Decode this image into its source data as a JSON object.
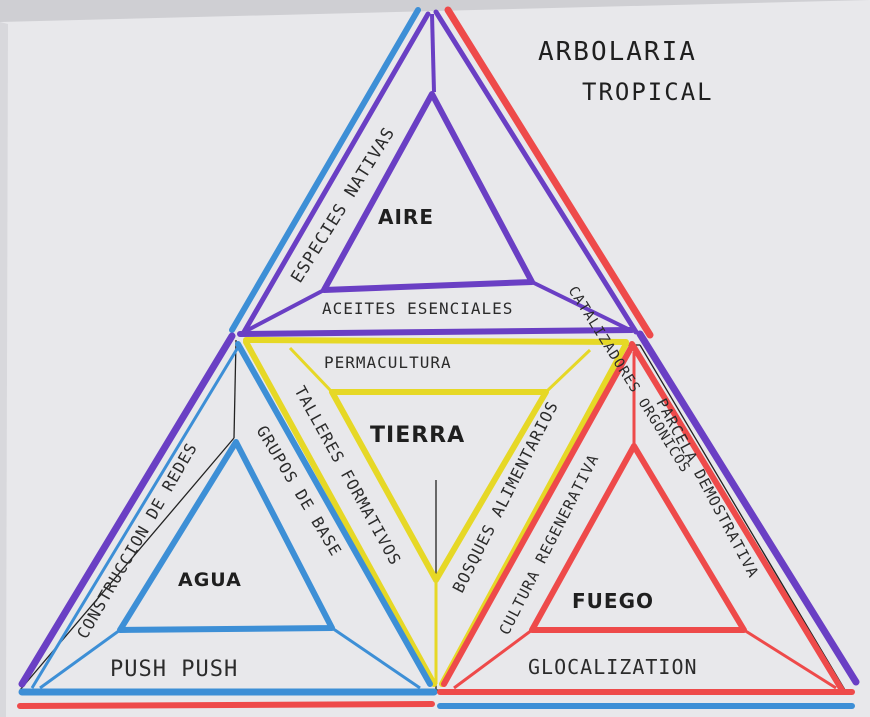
{
  "title": {
    "line1": "ARBOLARIA",
    "line2": "TROPICAL"
  },
  "elements": {
    "aire": "AIRE",
    "tierra": "TIERRA",
    "agua": "AGUA",
    "fuego": "FUEGO"
  },
  "labels": {
    "especies_nativas": "ESPECIES NATIVAS",
    "catalizadores_orgonicos": "CATALIZADORES ORGONICOS",
    "aceites_esenciales": "ACEITES ESENCIALES",
    "permacultura": "PERMACULTURA",
    "talleres_formativos": "TALLERES FORMATIVOS",
    "bosques_alimentarios": "BOSQUES ALIMENTARIOS",
    "construccion_de_redes": "CONSTRUCCION DE REDES",
    "grupos_de_base": "GRUPOS DE BASE",
    "push_push": "PUSH PUSH",
    "cultura_regenerativa": "CULTURA REGENERATIVA",
    "parcela_demostrativa": "PARCELA DEMOSTRATIVA",
    "glocalization": "GLOCALIZATION"
  },
  "colors": {
    "paper": "#e9e9ec",
    "purple": "#6a3fc4",
    "blue": "#3d8fd6",
    "red": "#ee4a4a",
    "yellow": "#e6d826",
    "ink": "#2b2b2b"
  }
}
